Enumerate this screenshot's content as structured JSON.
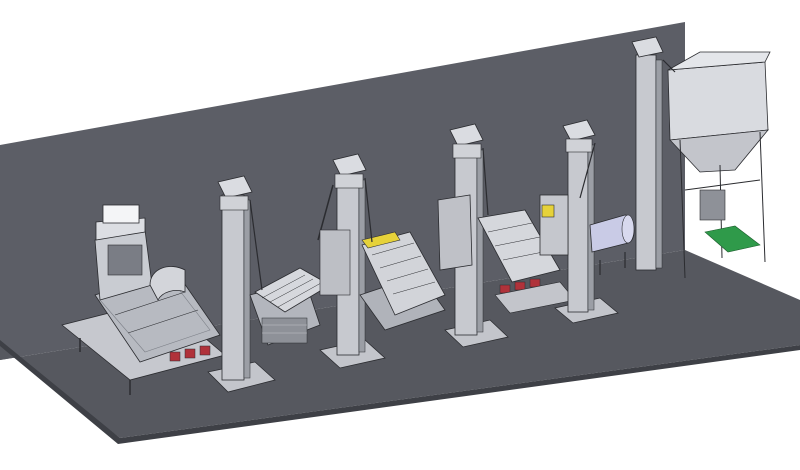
{
  "scene": {
    "background": "#ffffff",
    "wall_color": "#5c5e66",
    "floor_color": "#5a5c63",
    "metal_light": "#d9dbe0",
    "metal_mid": "#b9bcc3",
    "metal_dark": "#8e9198",
    "line_color": "#2b2c30",
    "accent_yellow": "#e6d23a",
    "accent_green": "#2f9a4a",
    "accent_red": "#b0323a",
    "accent_blue": "#c9cbe6"
  },
  "equipment": [
    {
      "name": "air-screen-cleaner",
      "icon": "cleaner-machine-icon"
    },
    {
      "name": "bucket-elevator-1",
      "icon": "elevator-icon"
    },
    {
      "name": "vibrating-screen",
      "icon": "screen-icon"
    },
    {
      "name": "bucket-elevator-2",
      "icon": "elevator-icon"
    },
    {
      "name": "gravity-separator",
      "icon": "separator-icon"
    },
    {
      "name": "bucket-elevator-3",
      "icon": "elevator-icon"
    },
    {
      "name": "gravity-table",
      "icon": "separator-icon"
    },
    {
      "name": "bucket-elevator-4",
      "icon": "elevator-icon"
    },
    {
      "name": "coating-machine",
      "icon": "coating-icon"
    },
    {
      "name": "bucket-elevator-5",
      "icon": "elevator-icon"
    },
    {
      "name": "storage-bin",
      "icon": "bin-icon"
    }
  ]
}
